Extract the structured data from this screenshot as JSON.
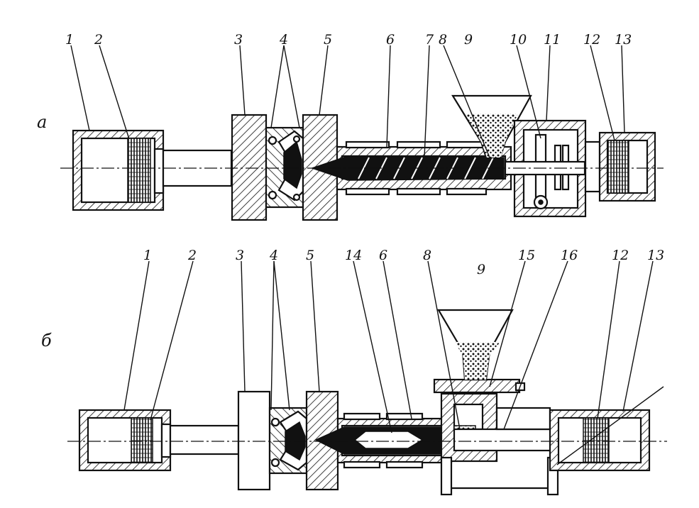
{
  "variant_labels": {
    "a": "a",
    "b": "б"
  },
  "labels_a": [
    "1",
    "2",
    "3",
    "4",
    "5",
    "6",
    "7",
    "8",
    "9",
    "10",
    "11",
    "12",
    "13"
  ],
  "labels_b": [
    "1",
    "2",
    "3",
    "4",
    "5",
    "14",
    "6",
    "8",
    "9",
    "15",
    "16",
    "12",
    "13"
  ]
}
